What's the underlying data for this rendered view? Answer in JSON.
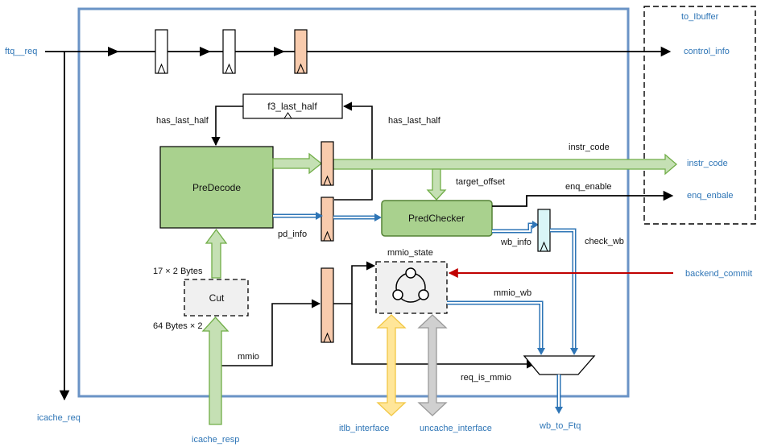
{
  "labels": {
    "ftq_req": "ftq__req",
    "icache_req": "icache_req",
    "to_ibuffer": "to_Ibuffer",
    "control_info": "control_info",
    "instr_code_out": "instr_code",
    "enq_enable_out": "enq_enbale",
    "backend_commit": "backend_commit",
    "wb_to_ftq": "wb_to_Ftq",
    "icache_resp": "icache_resp",
    "itlb_interface": "itlb_interface",
    "uncache_interface": "uncache_interface",
    "has_last_half_left": "has_last_half",
    "has_last_half_right": "has_last_half",
    "f3_last_half": "f3_last_half",
    "predecode": "PreDecode",
    "predchecker": "PredChecker",
    "cut": "Cut",
    "pd_info": "pd_info",
    "target_offset": "target_offset",
    "instr_code_inner": "instr_code",
    "enq_enable_inner": "enq_enable",
    "wb_info": "wb_info",
    "check_wb": "check_wb",
    "mmio_state": "mmio_state",
    "mmio_wb": "mmio_wb",
    "mmio": "mmio",
    "req_is_mmio": "req_is_mmio",
    "bytes_17x2": "17 × 2 Bytes",
    "bytes_64x2": "64 Bytes × 2"
  },
  "colors": {
    "frame_blue": "#6a93c6",
    "label_blue": "#2e75b6",
    "predecode_fill": "#a9d18e",
    "predecode_stroke": "#548235",
    "arrow_green_fill": "#c5e0b4",
    "arrow_green_stroke": "#70ad47",
    "reg_orange": "#f8cbad",
    "reg_cyan": "#d9f5f7",
    "commit_red": "#c00000",
    "itlb_yellow": "#ffe699",
    "itlb_yellow_stroke": "#f2c744",
    "uncache_gray": "#d0d0d0",
    "uncache_gray_stroke": "#9a9a9a",
    "dashed_box_fill": "#f0f0f0"
  }
}
